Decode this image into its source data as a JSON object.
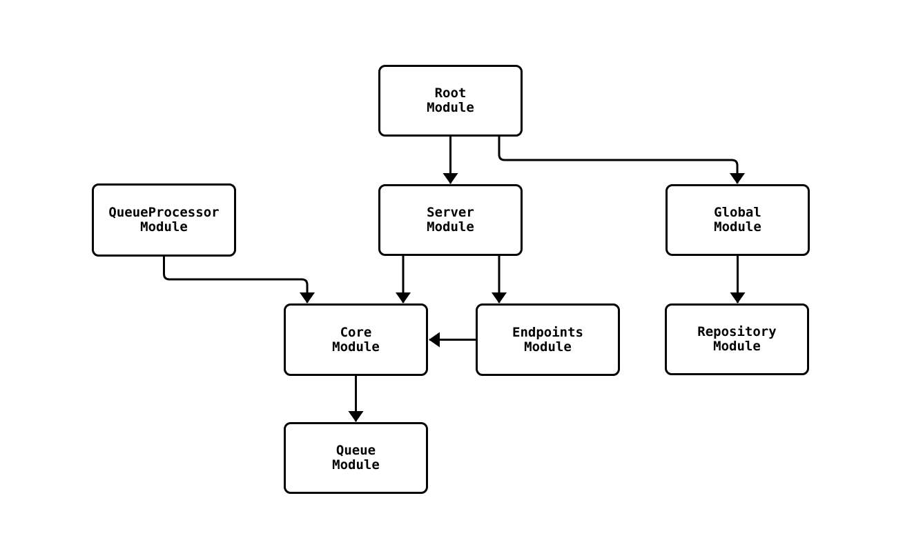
{
  "diagram": {
    "type": "module-dependency-flowchart",
    "colors": {
      "background": "#ffffff",
      "node_fill": "#ffffff",
      "node_border": "#000000",
      "edge": "#000000",
      "text": "#000000"
    },
    "nodes": [
      {
        "id": "root",
        "label": "Root\nModule"
      },
      {
        "id": "queueprocessor",
        "label": "QueueProcessor\nModule"
      },
      {
        "id": "server",
        "label": "Server\nModule"
      },
      {
        "id": "global",
        "label": "Global\nModule"
      },
      {
        "id": "core",
        "label": "Core\nModule"
      },
      {
        "id": "endpoints",
        "label": "Endpoints\nModule"
      },
      {
        "id": "repository",
        "label": "Repository\nModule"
      },
      {
        "id": "queue",
        "label": "Queue\nModule"
      }
    ],
    "edges": [
      {
        "from": "root",
        "to": "server"
      },
      {
        "from": "root",
        "to": "global"
      },
      {
        "from": "queueprocessor",
        "to": "core"
      },
      {
        "from": "server",
        "to": "core"
      },
      {
        "from": "server",
        "to": "endpoints"
      },
      {
        "from": "endpoints",
        "to": "core"
      },
      {
        "from": "global",
        "to": "repository"
      },
      {
        "from": "core",
        "to": "queue"
      }
    ]
  }
}
